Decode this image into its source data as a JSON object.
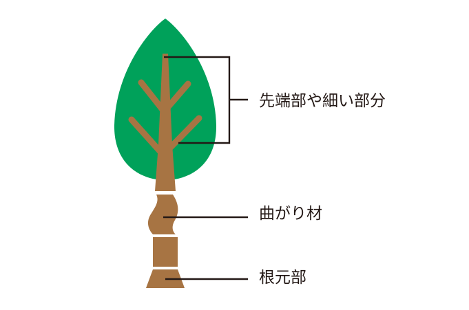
{
  "labels": {
    "top": "先端部や細い部分",
    "middle": "曲がり材",
    "bottom": "根元部"
  },
  "colors": {
    "leaf": "#00a15a",
    "wood": "#a77443",
    "line": "#231815",
    "background": "#ffffff"
  }
}
